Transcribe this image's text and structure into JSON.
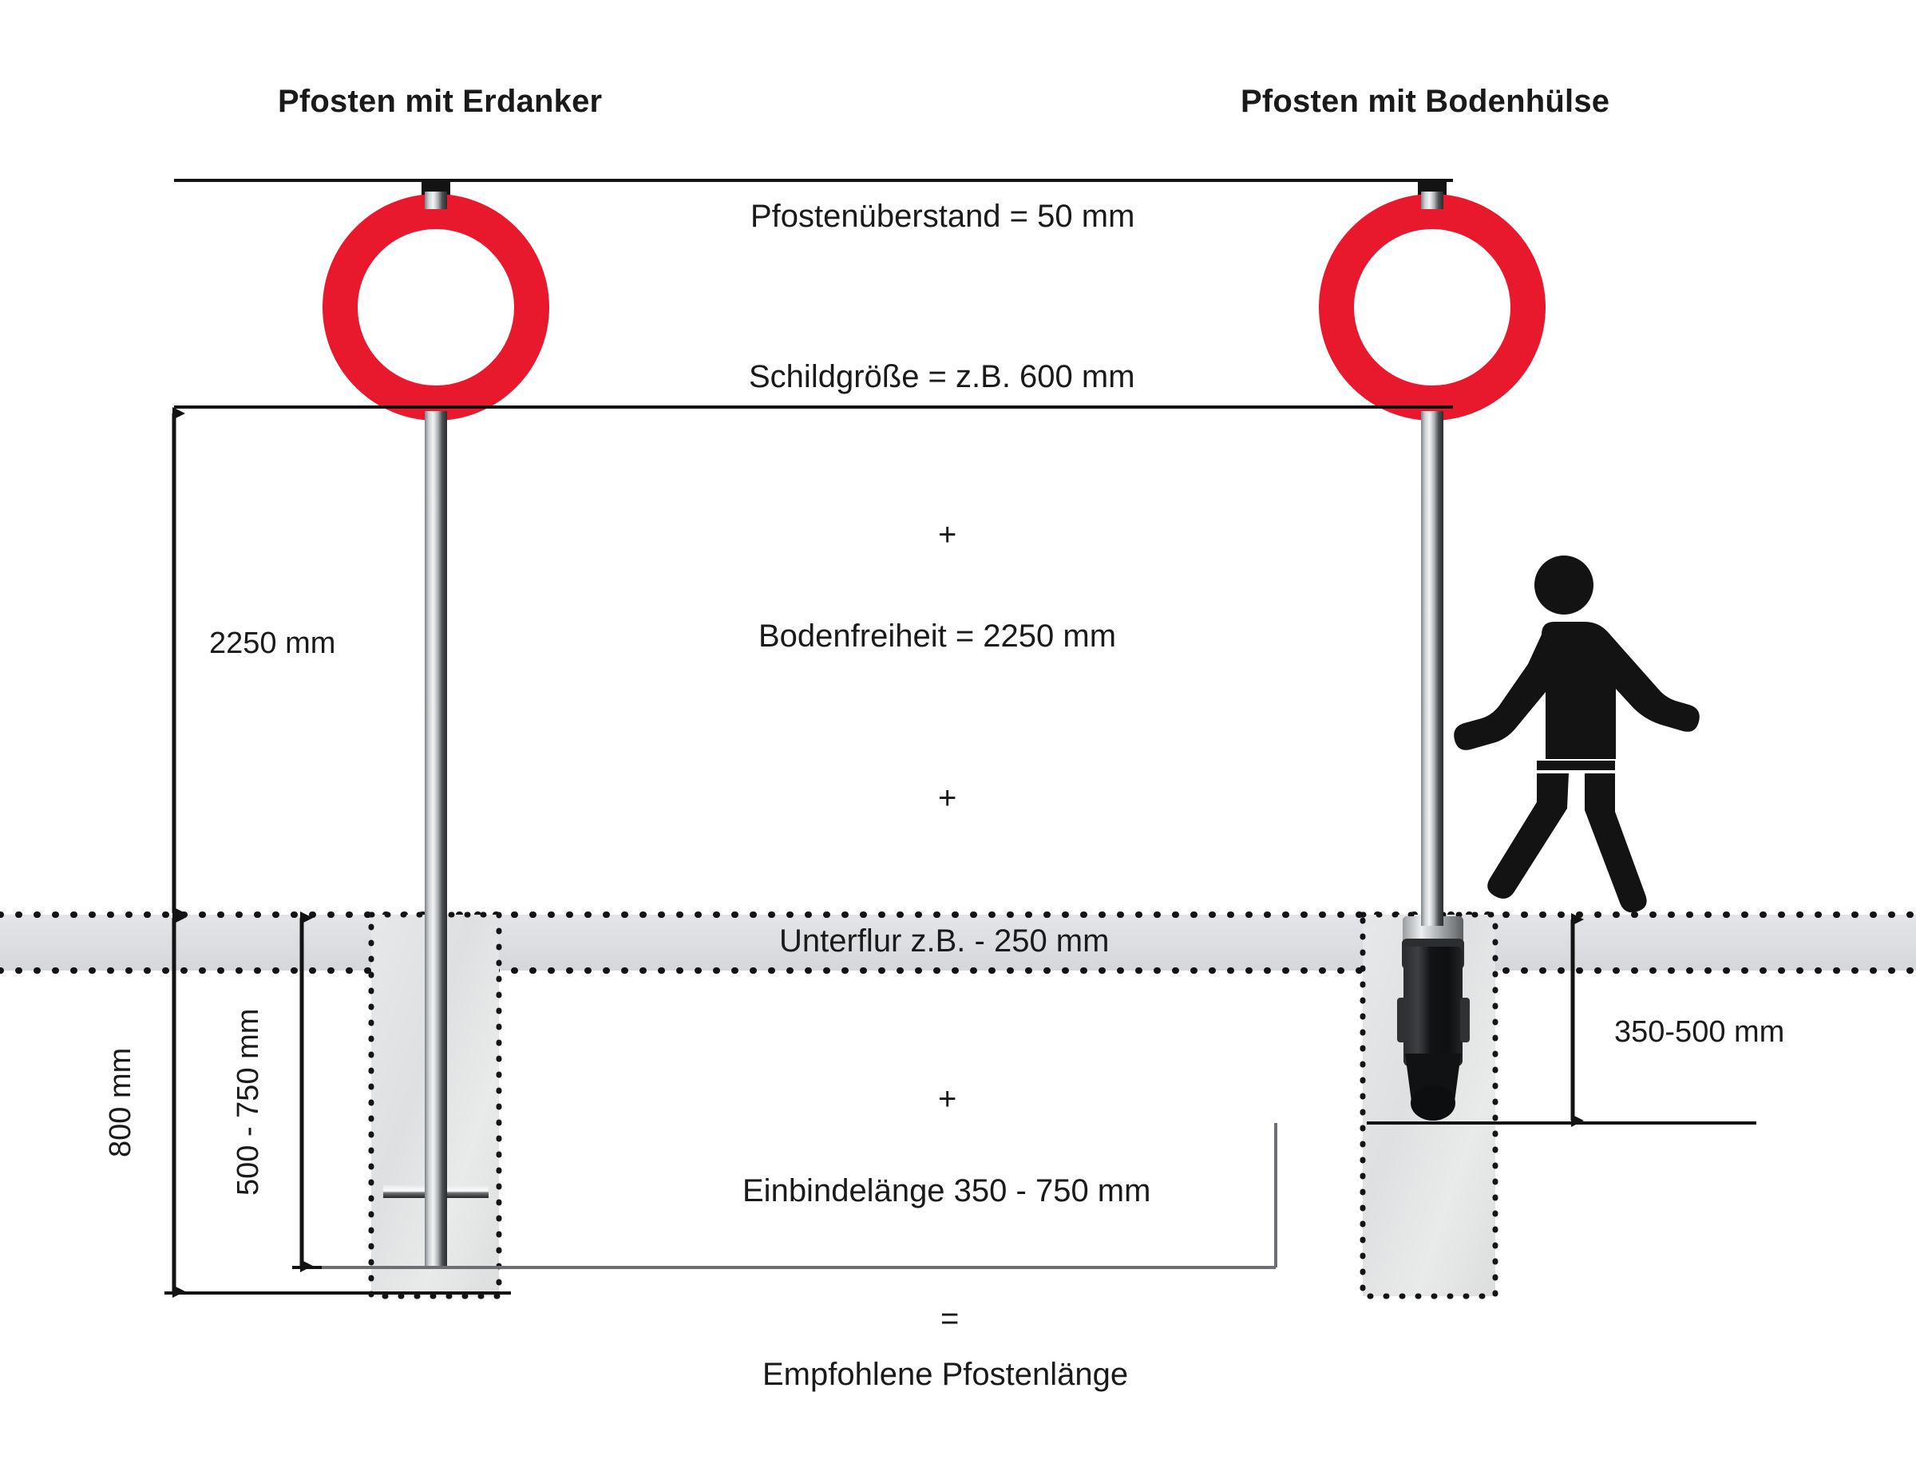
{
  "diagram": {
    "headings": {
      "left": "Pfosten mit Erdanker",
      "right": "Pfosten mit Bodenhülse"
    },
    "center_labels": [
      {
        "key": "ueberstand",
        "text": "Pfostenüberstand = 50 mm"
      },
      {
        "key": "schildgroesse",
        "text": "Schildgröße = z.B. 600 mm"
      },
      {
        "key": "plus1",
        "text": "+"
      },
      {
        "key": "bodenfreiheit",
        "text": "Bodenfreiheit = 2250 mm"
      },
      {
        "key": "plus2",
        "text": "+"
      },
      {
        "key": "unterflur",
        "text": "Unterflur z.B. - 250 mm"
      },
      {
        "key": "plus3",
        "text": "+"
      },
      {
        "key": "einbindelaenge",
        "text": "Einbindelänge 350 - 750 mm"
      },
      {
        "key": "equals",
        "text": "="
      },
      {
        "key": "result",
        "text": "Empfohlene Pfostenlänge"
      }
    ],
    "dimensions": {
      "bodenfreiheit": "2250 mm",
      "gesamttiefe": "800 mm",
      "erdanker_einbindung": "500 - 750 mm",
      "bodenhuelse_einbindung": "350-500 mm"
    },
    "icons": {
      "sign_left": "no-entry-sign-icon",
      "sign_right": "no-entry-sign-icon",
      "pedestrian": "pedestrian-walking-icon",
      "ground_anchor": "ground-anchor-icon",
      "ground_sleeve": "ground-sleeve-icon"
    },
    "colors": {
      "sign_red": "#e8192c",
      "sign_white": "#ffffff",
      "ground_band": "#dcdde0",
      "concrete": "#e2e3e4",
      "ink": "#1a1a1a",
      "post_steel": "#b9bcbe",
      "sleeve_black": "#18181a"
    }
  }
}
